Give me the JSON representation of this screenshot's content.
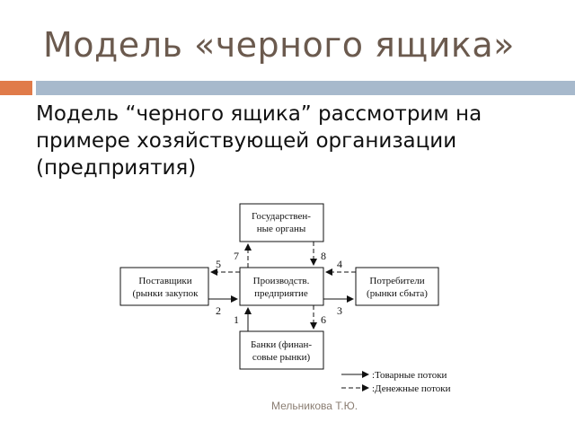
{
  "slide": {
    "title": "Модель «черного ящика»",
    "body_line1": "Модель “черного ящика” рассмотрим на",
    "body_line2": "примере хозяйствующей организации",
    "body_line3": "(предприятия)",
    "footer": "Мельникова Т.Ю."
  },
  "diagram": {
    "gov_line1": "Государствен-",
    "gov_line2": "ные органы",
    "center_line1": "Производств.",
    "center_line2": "предприятие",
    "suppliers_line1": "Поставщики",
    "suppliers_line2": "(рынки закупок",
    "consumers_line1": "Потребители",
    "consumers_line2": "(рынки сбыта)",
    "banks_line1": "Банки (финан-",
    "banks_line2": "совые рынки)",
    "labels": {
      "n1": "1",
      "n2": "2",
      "n3": "3",
      "n4": "4",
      "n5": "5",
      "n6": "6",
      "n7": "7",
      "n8": "8"
    },
    "legend_goods": ":Товарные потоки",
    "legend_money": ":Денежные потоки"
  }
}
